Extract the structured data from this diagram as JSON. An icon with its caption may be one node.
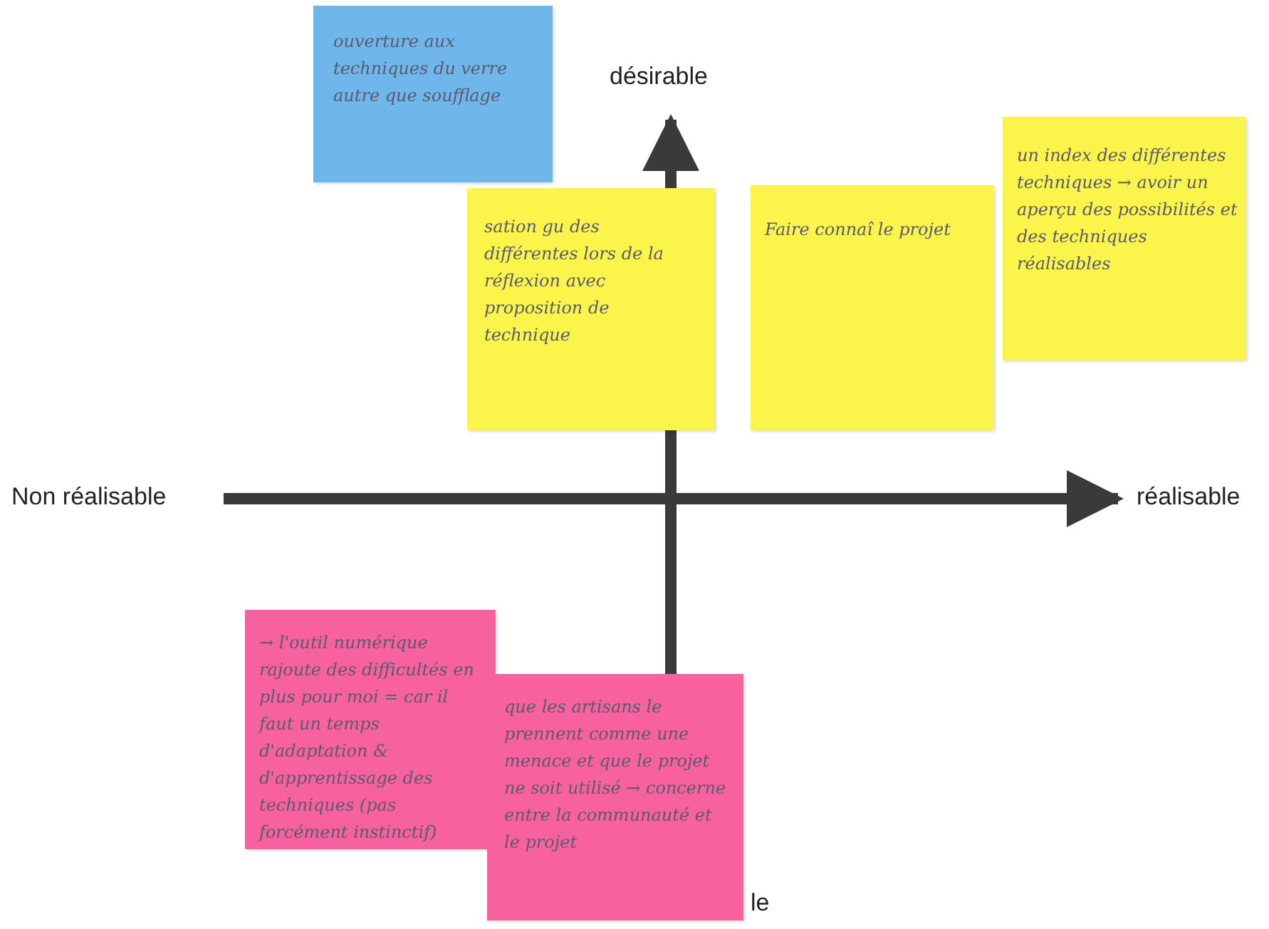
{
  "diagram": {
    "nodes": [
      {
        "text": [
          "ouverture aux techniques du verre autre que soufflage"
        ]
      },
      {
        "text": [
          "sation gu des différentes lors de la réflexion avec proposition de technique"
        ]
      },
      {
        "text": [
          "Faire connaî le projet"
        ]
      },
      {
        "text": [
          "un index des différentes techniques → avoir un aperçu des possibilités et des techniques réalisables"
        ]
      },
      {
        "text": [
          "→ l'outil numérique rajoute des difficultés en plus pour moi = car il faut un temps d'adaptation & d'apprentissage des techniques (pas forcément instinctif)"
        ]
      },
      {
        "text": [
          "que les artisans le prennent comme une menace et que le projet ne soit utilisé → concerne entre la communauté et le projet"
        ]
      }
    ],
    "labels": [
      "désirable",
      "Non réalisable",
      "réalisable",
      "le"
    ]
  }
}
